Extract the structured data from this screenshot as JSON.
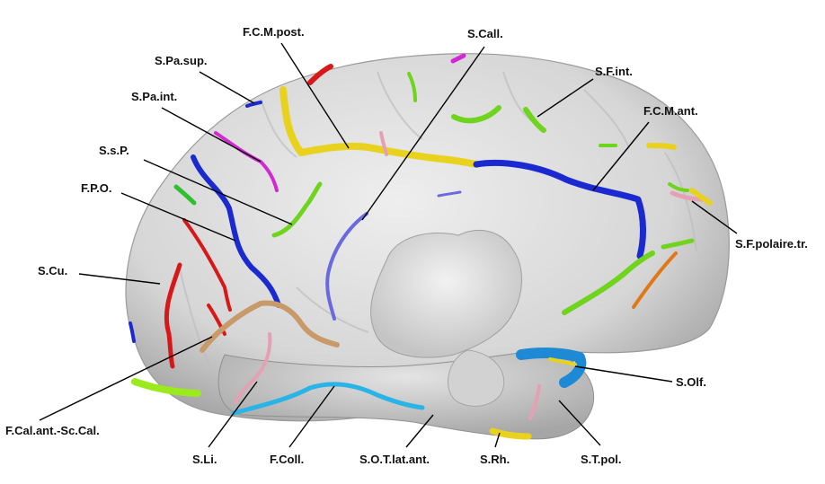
{
  "labels": {
    "fcm_post": "F.C.M.post.",
    "s_call": "S.Call.",
    "s_pa_sup": "S.Pa.sup.",
    "s_f_int": "S.F.int.",
    "s_pa_int": "S.Pa.int.",
    "fcm_ant": "F.C.M.ant.",
    "s_s_p": "S.s.P.",
    "fpo": "F.P.O.",
    "s_f_polaire": "S.F.polaire.tr.",
    "s_cu": "S.Cu.",
    "s_olf": "S.Olf.",
    "fcal": "F.Cal.ant.-Sc.Cal.",
    "s_li": "S.Li.",
    "f_coll": "F.Coll.",
    "s_ot": "S.O.T.lat.ant.",
    "s_rh": "S.Rh.",
    "s_t_pol": "S.T.pol."
  },
  "colors": {
    "yellow": "#e8d21e",
    "blue": "#1a2ad0",
    "red": "#d81818",
    "green": "#6fd41c",
    "magenta": "#d22ad2",
    "tan": "#c89a6a",
    "cyan": "#28b4e6",
    "pink": "#e6a0b4",
    "orange": "#e07818",
    "slate": "#6a6ae0",
    "brain": "#cfcfcf"
  }
}
